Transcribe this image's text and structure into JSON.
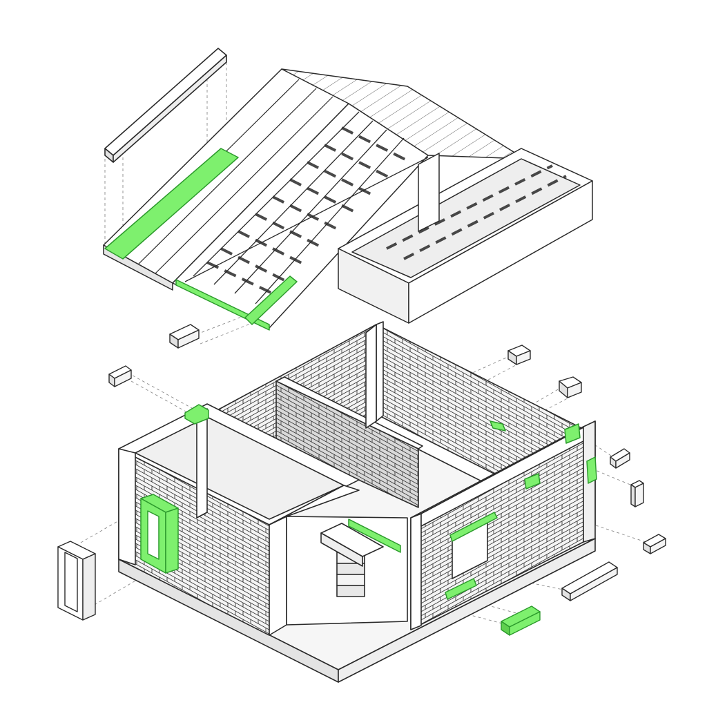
{
  "diagram": {
    "style": "isometric exploded line drawing",
    "colors": {
      "line": "#2a2a2a",
      "paper": "#ffffff",
      "wall_face": "#f4f4f4",
      "wall_shade": "#e2e2e2",
      "dark_face": "#d0d0d0",
      "highlight": "#7ef06e",
      "highlight_stroke": "#2c9a2c",
      "guide": "#8a8a8a"
    },
    "components": [
      {
        "id": "ridge-beam",
        "highlighted": false
      },
      {
        "id": "roof-panels",
        "highlighted": true
      },
      {
        "id": "roof-joists",
        "highlighted": false
      },
      {
        "id": "dormer-box",
        "highlighted": false
      },
      {
        "id": "brick-walls",
        "highlighted": true
      },
      {
        "id": "interior-partition",
        "highlighted": false
      },
      {
        "id": "window-frame-left",
        "highlighted": true
      },
      {
        "id": "window-opening-right",
        "highlighted": false
      },
      {
        "id": "loose-window-frame",
        "highlighted": false
      },
      {
        "id": "loose-lintels",
        "highlighted": true
      }
    ]
  }
}
